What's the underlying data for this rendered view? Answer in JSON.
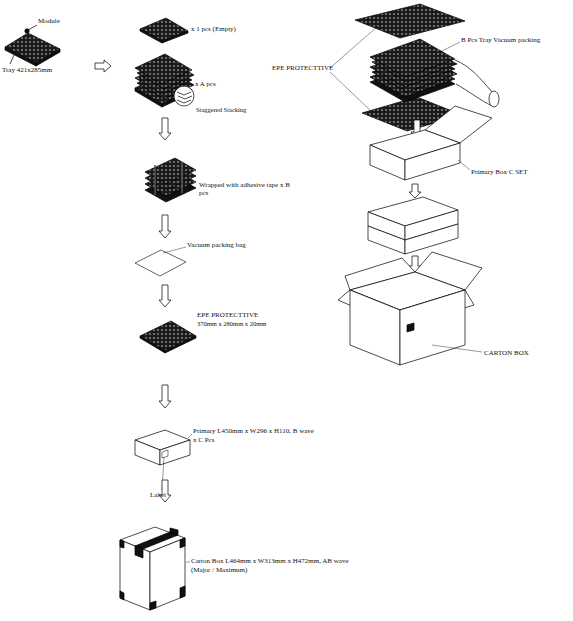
{
  "diagram": {
    "labels": [
      "Module",
      "Tray 421x285mm",
      "x 1 pcs (Empty)",
      "x A pcs",
      "Staggered Stacking",
      "Wrapped with adhesive tape x B pcs",
      "Vacuum packing bag",
      "EPE PROTECTTIVE",
      "370mm x 280mm x 20mm",
      "Primary L450mm x W296 x H110, B wave",
      "x C Pcs",
      "Label",
      "Carton Box L464mm x W313mm x H472mm, AB wave",
      "(Major / Maximum)",
      "EPE PROTECTTIVE",
      "B Pcs Tray Vacuum packing",
      "Primary Box C SET",
      "CARTON BOX"
    ]
  }
}
